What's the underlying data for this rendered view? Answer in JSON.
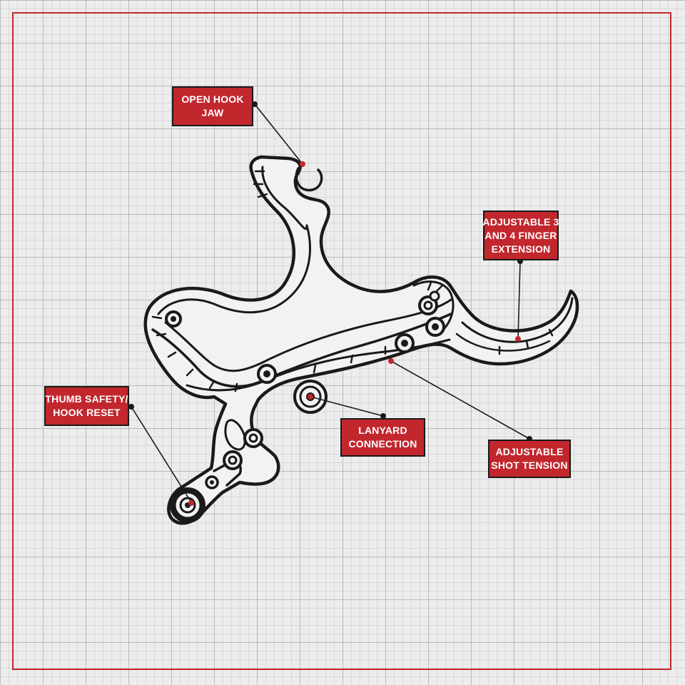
{
  "colors": {
    "accent": "#c1272d",
    "outline": "#1a1a1a",
    "background": "#ececec",
    "label_text": "#ffffff"
  },
  "callouts": {
    "open_hook_jaw": {
      "line1": "OPEN HOOK",
      "line2": "JAW"
    },
    "finger_extension": {
      "line1": "ADJUSTABLE 3",
      "line2": "AND 4 FINGER",
      "line3": "EXTENSION"
    },
    "thumb_safety": {
      "line1": "THUMB SAFETY/",
      "line2": "HOOK RESET"
    },
    "lanyard": {
      "line1": "LANYARD",
      "line2": "CONNECTION"
    },
    "shot_tension": {
      "line1": "ADJUSTABLE",
      "line2": "SHOT TENSION"
    }
  }
}
